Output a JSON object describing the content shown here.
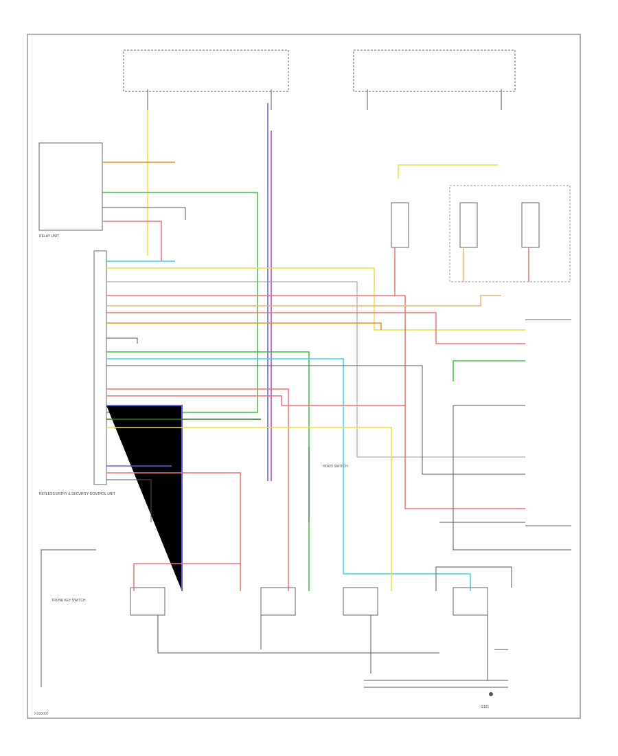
{
  "diagram": {
    "footer_code": "XXXXXX",
    "relay_unit_label": "RELAY UNIT",
    "control_unit_label": "KEYLESS ENTRY & SECURITY CONTROL UNIT",
    "hood_switch_label": "HOOD SWITCH",
    "trunk_switch_label": "TRUNK KEY SWITCH",
    "ground_label": "G101",
    "wire_colors": {
      "orange": "#f0901c",
      "yellow": "#e8e040",
      "green": "#40c040",
      "pink": "#f07070",
      "blue": "#6060e8",
      "purple": "#a040c0",
      "cyan": "#40d0e8",
      "darkgreen": "#208020",
      "red": "#e04040",
      "black": "#555555",
      "gray": "#aaaaaa"
    }
  }
}
